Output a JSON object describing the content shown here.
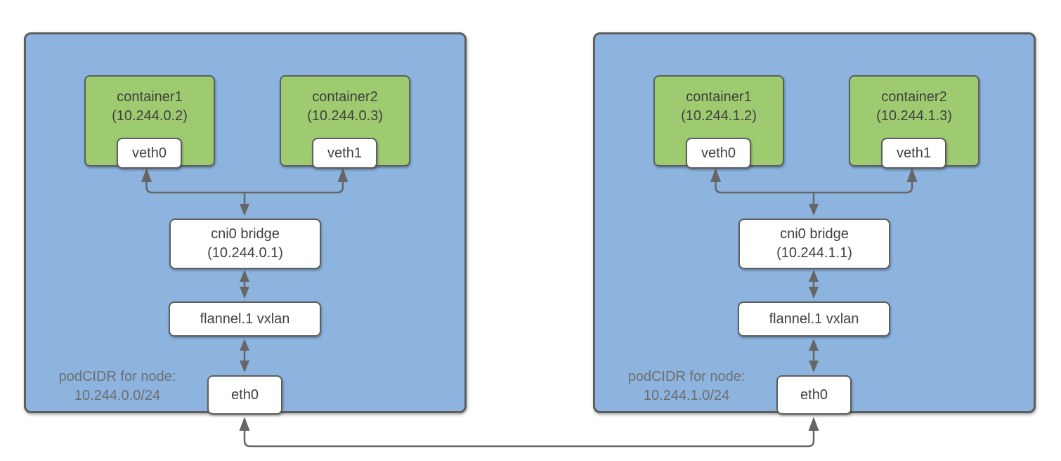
{
  "diagram": {
    "colors": {
      "node_fill": "#8CB4DF",
      "node_border": "#5E5E5E",
      "container_fill": "#9FCB70",
      "box_fill": "#FFFFFF",
      "box_border": "#5E5E5E",
      "arrow": "#666666",
      "label_text": "#3F3F3F",
      "podcidr_text": "#6E6E6E"
    },
    "nodes": [
      {
        "containers": [
          {
            "name": "container1",
            "ip": "(10.244.0.2)",
            "veth": "veth0"
          },
          {
            "name": "container2",
            "ip": "(10.244.0.3)",
            "veth": "veth1"
          }
        ],
        "bridge_name": "cni0 bridge",
        "bridge_ip": "(10.244.0.1)",
        "vxlan_label": "flannel.1 vxlan",
        "eth_label": "eth0",
        "podcidr_title": "podCIDR for node:",
        "podcidr_value": "10.244.0.0/24"
      },
      {
        "containers": [
          {
            "name": "container1",
            "ip": "(10.244.1.2)",
            "veth": "veth0"
          },
          {
            "name": "container2",
            "ip": "(10.244.1.3)",
            "veth": "veth1"
          }
        ],
        "bridge_name": "cni0 bridge",
        "bridge_ip": "(10.244.1.1)",
        "vxlan_label": "flannel.1 vxlan",
        "eth_label": "eth0",
        "podcidr_title": "podCIDR for node:",
        "podcidr_value": "10.244.1.0/24"
      }
    ]
  }
}
